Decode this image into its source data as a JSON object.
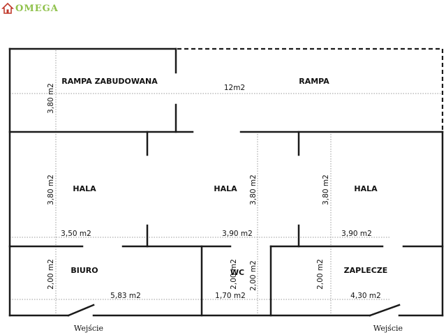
{
  "logo": {
    "text": "OMEGA",
    "icon": "house-icon",
    "color": "#8fc14b"
  },
  "rooms": {
    "rampa_zabudowana": "RAMPA ZABUDOWANA",
    "rampa": "RAMPA",
    "hala_1": "HALA",
    "hala_2": "HALA",
    "hala_3": "HALA",
    "biuro": "BIURO",
    "wc": "WC",
    "zaplecze": "ZAPLECZE"
  },
  "areas": {
    "rampa": "12m2",
    "hala_1": "3,50 m2",
    "hala_2": "3,90 m2",
    "hala_3": "3,90 m2",
    "biuro": "5,83 m2",
    "wc": "1,70 m2",
    "zaplecze": "4,30 m2"
  },
  "dimensions": {
    "rampa_height": "3,80 m2",
    "hala_1_height": "3,80 m2",
    "hala_2_height": "3,80 m2",
    "hala_3_height": "3,80 m2",
    "biuro_height": "2,00 m2",
    "wc_height": "2,00 m2",
    "wc_height_right": "2,00 m2",
    "zaplecze_height": "2,00 m2"
  },
  "entrances": {
    "left": "Wejście",
    "right": "Wejście"
  }
}
